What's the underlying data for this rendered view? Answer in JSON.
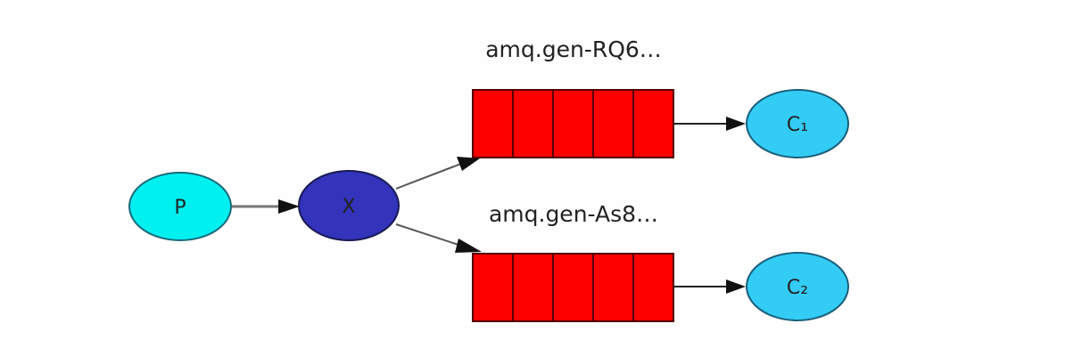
{
  "nodes": {
    "producer": {
      "label": "P"
    },
    "exchange": {
      "label": "X"
    },
    "consumer1": {
      "label": "C₁"
    },
    "consumer2": {
      "label": "C₂"
    }
  },
  "queues": [
    {
      "label": "amq.gen-RQ6…",
      "cells": 5
    },
    {
      "label": "amq.gen-As8…",
      "cells": 5
    }
  ],
  "colors": {
    "producer": "#00f0f0",
    "exchange": "#3333bb",
    "consumer": "#33ccf5",
    "queue": "#ff0000"
  }
}
